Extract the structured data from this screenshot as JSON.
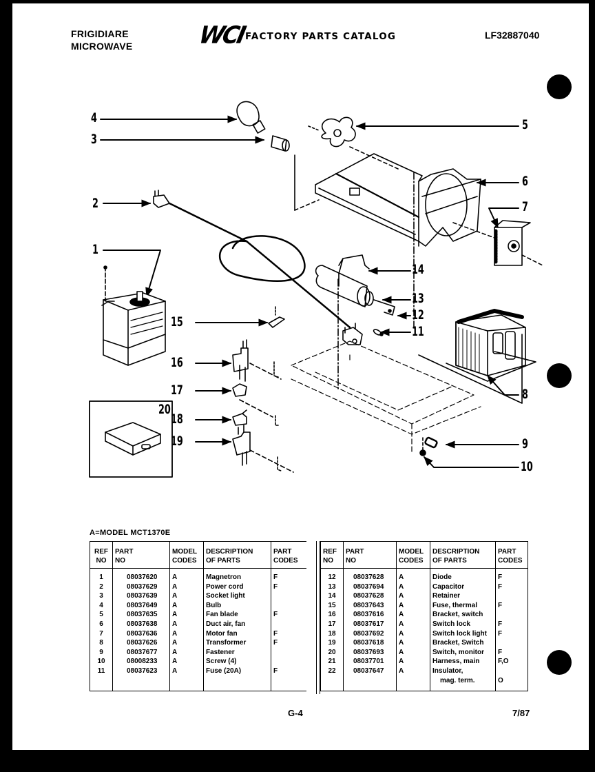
{
  "header": {
    "brand_line1": "FRIGIDIARE",
    "brand_line2": "MICROWAVE",
    "logo": "WCI",
    "catalog_title": "FACTORY PARTS CATALOG",
    "catalog_number": "LF32887040"
  },
  "diagram": {
    "callouts": [
      "1",
      "2",
      "3",
      "4",
      "5",
      "6",
      "7",
      "8",
      "9",
      "10",
      "11",
      "12",
      "13",
      "14",
      "15",
      "16",
      "17",
      "18",
      "19",
      "20"
    ],
    "parts_depicted": [
      "magnetron",
      "power-cord",
      "socket-light",
      "bulb",
      "fan-blade",
      "duct-air-fan",
      "motor-fan",
      "transformer",
      "fastener",
      "screw",
      "fuse",
      "diode",
      "capacitor",
      "retainer",
      "fuse-thermal",
      "bracket-switch",
      "switch-lock",
      "switch-lock-light",
      "bracket-switch-lower",
      "switch-monitor"
    ]
  },
  "model_line": "A=MODEL MCT1370E",
  "table": {
    "headers": {
      "ref": [
        "REF",
        "NO"
      ],
      "part": [
        "PART",
        "NO"
      ],
      "model": [
        "MODEL",
        "CODES"
      ],
      "desc": [
        "DESCRIPTION",
        "OF PARTS"
      ],
      "codes": [
        "PART",
        "CODES"
      ]
    },
    "left_rows": [
      {
        "ref": "1",
        "part": "08037620",
        "model": "A",
        "desc": "Magnetron",
        "code": "F"
      },
      {
        "ref": "2",
        "part": "08037629",
        "model": "A",
        "desc": "Power cord",
        "code": "F"
      },
      {
        "ref": "3",
        "part": "08037639",
        "model": "A",
        "desc": "Socket light",
        "code": ""
      },
      {
        "ref": "4",
        "part": "08037649",
        "model": "A",
        "desc": "Bulb",
        "code": ""
      },
      {
        "ref": "5",
        "part": "08037635",
        "model": "A",
        "desc": "Fan blade",
        "code": "F"
      },
      {
        "ref": "6",
        "part": "08037638",
        "model": "A",
        "desc": "Duct air, fan",
        "code": ""
      },
      {
        "ref": "7",
        "part": "08037636",
        "model": "A",
        "desc": "Motor fan",
        "code": "F"
      },
      {
        "ref": "8",
        "part": "08037626",
        "model": "A",
        "desc": "Transformer",
        "code": "F"
      },
      {
        "ref": "9",
        "part": "08037677",
        "model": "A",
        "desc": "Fastener",
        "code": ""
      },
      {
        "ref": "10",
        "part": "08008233",
        "model": "A",
        "desc": "Screw (4)",
        "code": ""
      },
      {
        "ref": "11",
        "part": "08037623",
        "model": "A",
        "desc": "Fuse (20A)",
        "code": "F"
      }
    ],
    "right_rows": [
      {
        "ref": "12",
        "part": "08037628",
        "model": "A",
        "desc": "Diode",
        "code": "F"
      },
      {
        "ref": "13",
        "part": "08037694",
        "model": "A",
        "desc": "Capacitor",
        "code": "F"
      },
      {
        "ref": "14",
        "part": "08037628",
        "model": "A",
        "desc": "Retainer",
        "code": ""
      },
      {
        "ref": "15",
        "part": "08037643",
        "model": "A",
        "desc": "Fuse, thermal",
        "code": "F"
      },
      {
        "ref": "16",
        "part": "08037616",
        "model": "A",
        "desc": "Bracket, switch",
        "code": ""
      },
      {
        "ref": "17",
        "part": "08037617",
        "model": "A",
        "desc": "Switch lock",
        "code": "F"
      },
      {
        "ref": "18",
        "part": "08037692",
        "model": "A",
        "desc": "Switch lock light",
        "code": "F"
      },
      {
        "ref": "19",
        "part": "08037618",
        "model": "A",
        "desc": "Bracket, Switch",
        "code": ""
      },
      {
        "ref": "20",
        "part": "08037693",
        "model": "A",
        "desc": "Switch, monitor",
        "code": "F"
      },
      {
        "ref": "21",
        "part": "08037701",
        "model": "A",
        "desc": "Harness, main",
        "code": "F,O"
      },
      {
        "ref": "22",
        "part": "08037647",
        "model": "A",
        "desc": "Insulator,",
        "code": ""
      },
      {
        "ref": "",
        "part": "",
        "model": "",
        "desc": "  mag. term.",
        "code": "O"
      }
    ]
  },
  "footer": {
    "page": "G-4",
    "date": "7/87"
  }
}
